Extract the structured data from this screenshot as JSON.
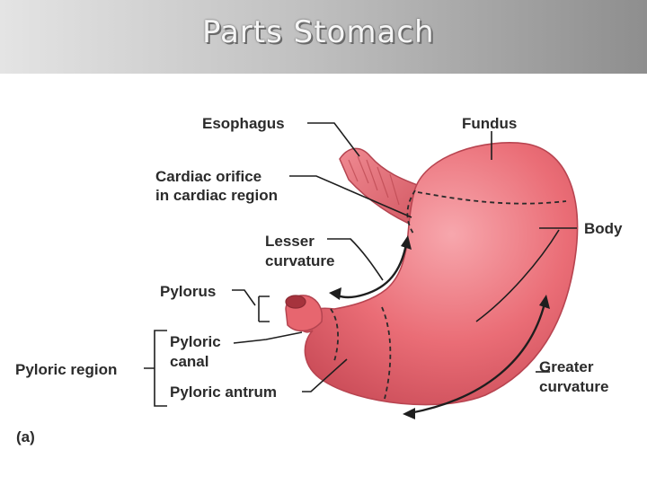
{
  "slide": {
    "title": "Parts Stomach"
  },
  "figure": {
    "labels": {
      "esophagus": "Esophagus",
      "fundus": "Fundus",
      "cardiac_orifice_line1": "Cardiac orifice",
      "cardiac_orifice_line2": "in cardiac region",
      "body": "Body",
      "lesser_curvature_line1": "Lesser",
      "lesser_curvature_line2": "curvature",
      "pylorus": "Pylorus",
      "pyloric_canal_line1": "Pyloric",
      "pyloric_canal_line2": "canal",
      "pyloric_region": "Pyloric region",
      "pyloric_antrum": "Pyloric antrum",
      "greater_curvature_line1": "Greater",
      "greater_curvature_line2": "curvature",
      "panel_tag": "(a)"
    },
    "colors": {
      "stomach_fill": "#ea6d76",
      "stomach_highlight": "#f7a7ad",
      "stomach_shadow": "#c94b57",
      "label_text": "#2b2b2b",
      "lines": "#1e1e1e"
    }
  }
}
